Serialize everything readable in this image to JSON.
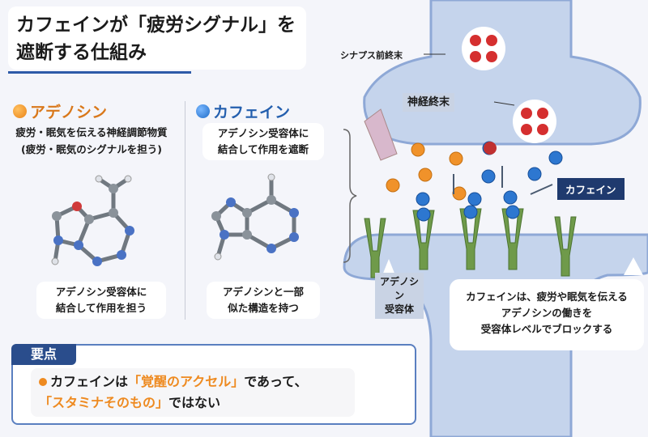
{
  "title": {
    "line1": "カフェインが「疲労シグナル」を",
    "line2": "遮断する仕組み"
  },
  "adenosine": {
    "heading": "アデノシン",
    "desc1": "疲労・眠気を伝える神経調節物質",
    "desc2": "(疲労・眠気のシグナルを担う)",
    "bottom1": "アデノシン受容体に",
    "bottom2": "結合して作用を担う",
    "color": "#f0922a"
  },
  "caffeine": {
    "heading": "カフェイン",
    "desc1": "アデノシン受容体に",
    "desc2": "結合して作用を遮断",
    "bottom1": "アデノシンと一部",
    "bottom2": "似た構造を持つ",
    "color": "#2f7ad0"
  },
  "diagram": {
    "presynaptic": "シナプス前終末",
    "nerve_terminal": "神経終末",
    "caffeine_label": "カフェイン",
    "receptor1": "アデノシン",
    "receptor2": "受容体",
    "callout1": "カフェインは、疲労や眠気を伝える",
    "callout2": "アデノシンの働きを",
    "callout3": "受容体レベルでブロックする"
  },
  "key": {
    "tab": "要点",
    "t1": "カフェインは",
    "t2": "「覚醒のアクセル」",
    "t3": "であって、",
    "t4": "「スタミナそのもの」",
    "t5": "ではない"
  }
}
